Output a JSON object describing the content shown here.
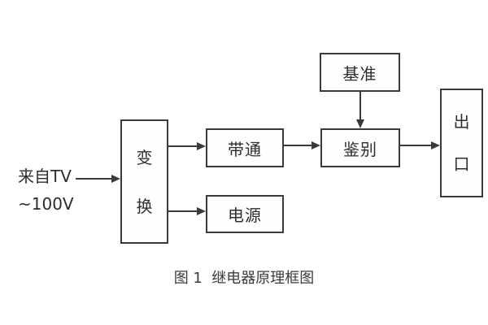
{
  "diagram": {
    "title": "继电器原理框图",
    "input": {
      "line1": "来自TV",
      "line2": "~100V"
    },
    "blocks": {
      "transform": {
        "name": "变换",
        "chars": [
          "变",
          "换"
        ]
      },
      "bandpass": {
        "label": "带通"
      },
      "power": {
        "label": "电源"
      },
      "reference": {
        "label": "基准"
      },
      "discriminator": {
        "label": "鉴别"
      },
      "output": {
        "name": "出口",
        "chars": [
          "出",
          "口"
        ]
      }
    },
    "connections": [
      "input -> transform",
      "transform -> bandpass",
      "bandpass -> discriminator",
      "reference -> discriminator",
      "discriminator -> output",
      "transform -> power"
    ],
    "caption": "图 1  继电器原理框图",
    "colors": {
      "stroke": "#3a3a3a",
      "text": "#2d2d2d",
      "background": "#ffffff"
    }
  }
}
